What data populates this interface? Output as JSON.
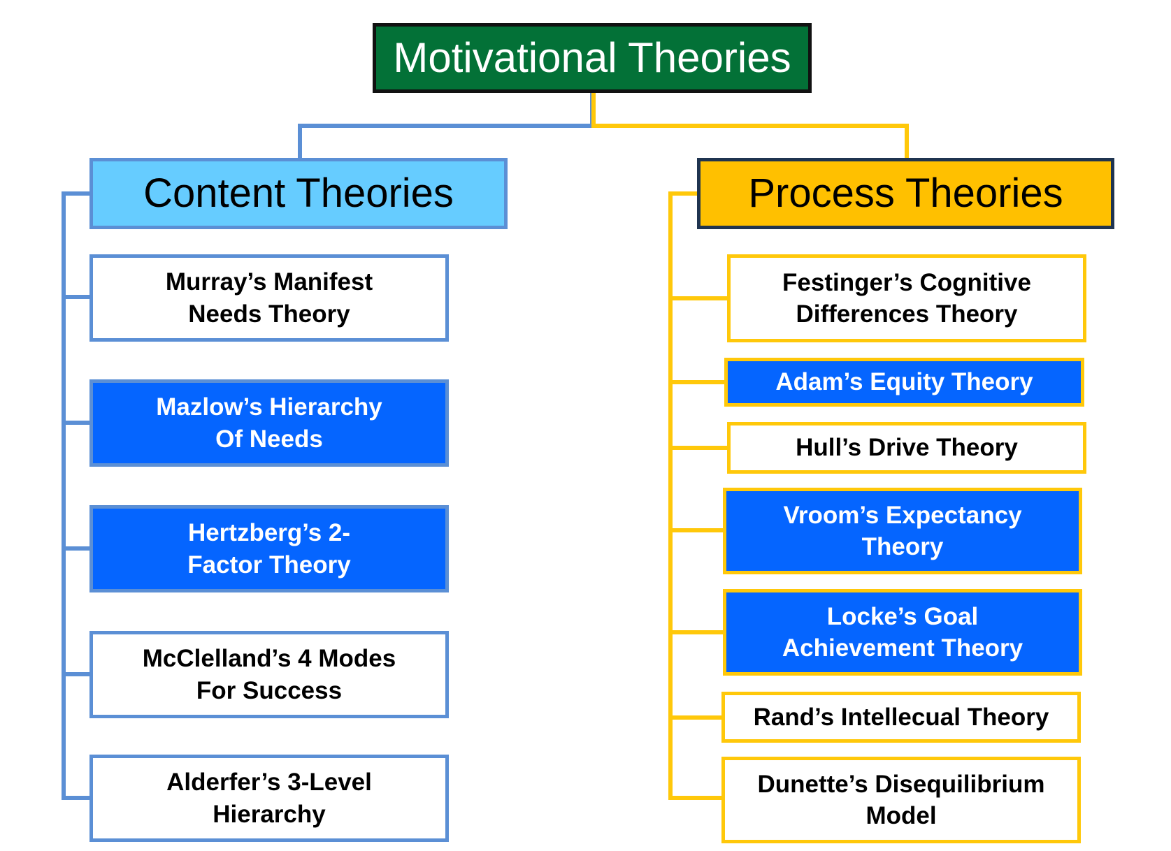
{
  "root": {
    "title": "Motivational Theories"
  },
  "content": {
    "title": "Content Theories",
    "items": [
      {
        "label": "Murray’s Manifest\nNeeds Theory",
        "style": "white"
      },
      {
        "label": "Mazlow’s Hierarchy\nOf Needs",
        "style": "blue"
      },
      {
        "label": "Hertzberg’s 2-\nFactor Theory",
        "style": "blue"
      },
      {
        "label": "McClelland’s 4 Modes\nFor Success",
        "style": "white"
      },
      {
        "label": "Alderfer’s 3-Level\nHierarchy",
        "style": "white"
      }
    ]
  },
  "process": {
    "title": "Process Theories",
    "items": [
      {
        "label": "Festinger’s Cognitive\nDifferences Theory",
        "style": "white"
      },
      {
        "label": "Adam’s Equity Theory",
        "style": "blue"
      },
      {
        "label": "Hull’s Drive Theory",
        "style": "white"
      },
      {
        "label": "Vroom’s Expectancy\nTheory",
        "style": "blue"
      },
      {
        "label": "Locke’s Goal\nAchievement Theory",
        "style": "blue"
      },
      {
        "label": "Rand’s Intellecual Theory",
        "style": "white"
      },
      {
        "label": "Dunette’s Disequilibrium\nModel",
        "style": "white"
      }
    ]
  },
  "colors": {
    "root_fill": "#037137",
    "content_head_fill": "#66ccff",
    "content_line": "#5b8fd5",
    "process_head_fill": "#ffc000",
    "process_line": "#ffc80a",
    "highlight_fill": "#0565ff"
  }
}
